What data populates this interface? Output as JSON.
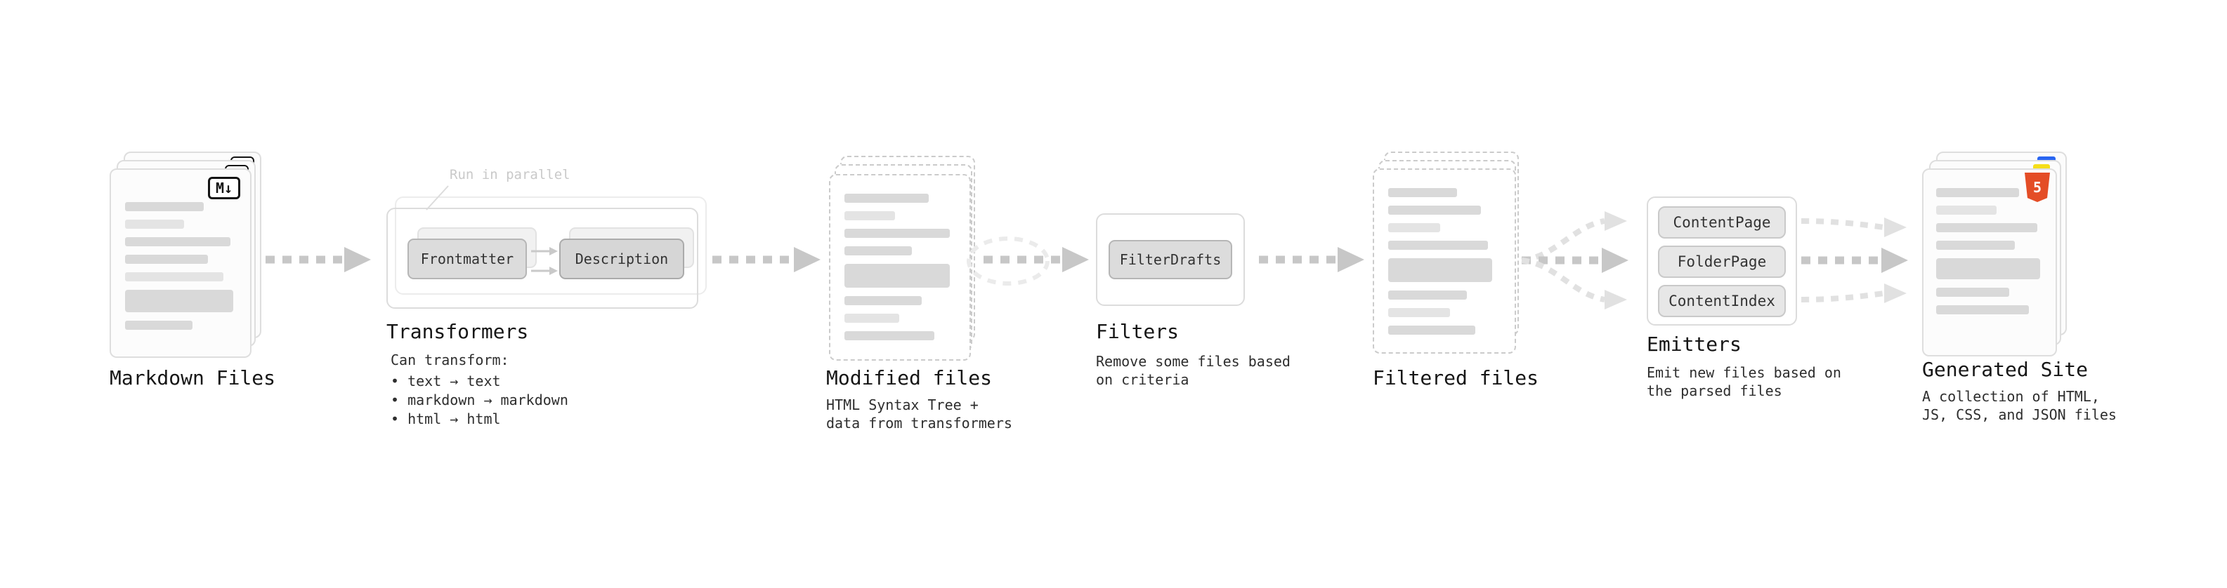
{
  "diagram": {
    "markdown_files": {
      "title": "Markdown Files",
      "icon_label": "M↓"
    },
    "transformers": {
      "title": "Transformers",
      "annotation": "Run in parallel",
      "chips": [
        "Frontmatter",
        "Description"
      ],
      "caption": "Can transform:",
      "bullets": [
        "• text → text",
        "• markdown → markdown",
        "• html → html"
      ]
    },
    "modified_files": {
      "title": "Modified files",
      "caption_lines": [
        "HTML Syntax Tree +",
        "data from transformers"
      ]
    },
    "filters": {
      "title": "Filters",
      "chips": [
        "FilterDrafts"
      ],
      "caption_lines": [
        "Remove some files based",
        "on criteria"
      ]
    },
    "filtered_files": {
      "title": "Filtered files"
    },
    "emitters": {
      "title": "Emitters",
      "chips": [
        "ContentPage",
        "FolderPage",
        "ContentIndex"
      ],
      "caption_lines": [
        "Emit new files based on",
        "the parsed files"
      ]
    },
    "generated_site": {
      "title": "Generated Site",
      "icon_label": "5",
      "caption_lines": [
        "A collection of HTML,",
        "JS, CSS, and JSON files"
      ]
    },
    "colors": {
      "arrow": "#c7c7c7",
      "arrow_light": "#e1e1e1",
      "card_border": "#dedede",
      "dashed_border": "#cbcbcb",
      "skeleton_bar": "#d9d9d9",
      "chip_bg": "#dcdcdc",
      "html5_orange": "#e44d26",
      "css_blue": "#2965f1",
      "js_yellow": "#f5de19",
      "title_text": "#161616",
      "caption_text": "#2e2e2e",
      "annotation_text": "#c9c9c9"
    }
  }
}
